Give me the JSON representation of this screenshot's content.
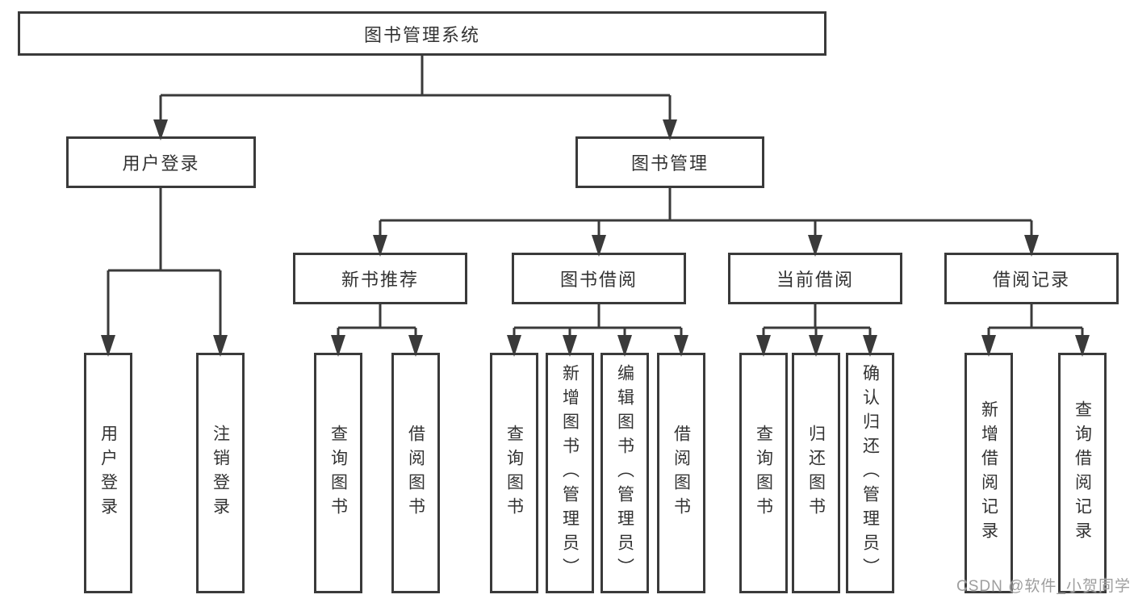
{
  "diagram": {
    "root": {
      "label": "图书管理系统"
    },
    "user_login": {
      "label": "用户登录",
      "children": [
        {
          "label": "用户登录"
        },
        {
          "label": "注销登录"
        }
      ]
    },
    "book_management": {
      "label": "图书管理",
      "groups": [
        {
          "label": "新书推荐",
          "children": [
            {
              "label": "查询图书"
            },
            {
              "label": "借阅图书"
            }
          ]
        },
        {
          "label": "图书借阅",
          "children": [
            {
              "label": "查询图书"
            },
            {
              "label": "新增图书（管理员）"
            },
            {
              "label": "编辑图书（管理员）"
            },
            {
              "label": "借阅图书"
            }
          ]
        },
        {
          "label": "当前借阅",
          "children": [
            {
              "label": "查询图书"
            },
            {
              "label": "归还图书"
            },
            {
              "label": "确认归还（管理员）"
            }
          ]
        },
        {
          "label": "借阅记录",
          "children": [
            {
              "label": "新增借阅记录"
            },
            {
              "label": "查询借阅记录"
            }
          ]
        }
      ]
    }
  },
  "watermark": {
    "text": "CSDN @软件_小贺同学"
  },
  "colors": {
    "line": "#3a3a3a",
    "text": "#333333",
    "watermark": "#9e9e9e",
    "background": "#ffffff"
  }
}
